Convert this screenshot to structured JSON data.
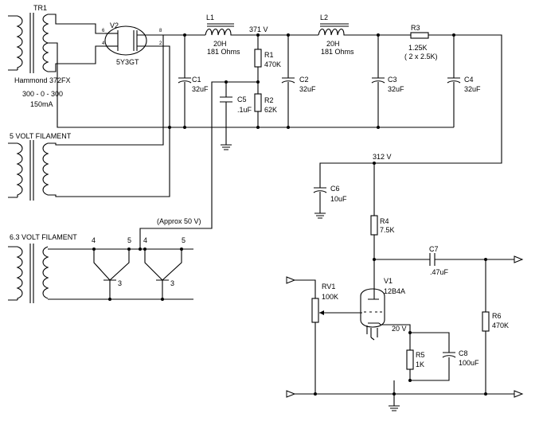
{
  "transformer": {
    "ref": "TR1",
    "model": "Hammond 372FX",
    "voltage": "300 - 0 - 300",
    "current": "150mA"
  },
  "rectifier": {
    "ref": "V2",
    "type": "5Y3GT",
    "pins": {
      "p6": "6",
      "p8": "8",
      "p4": "4",
      "p2": "2"
    }
  },
  "choke1": {
    "ref": "L1",
    "value": "20H",
    "resistance": "181 Ohms"
  },
  "choke2": {
    "ref": "L2",
    "value": "20H",
    "resistance": "181 Ohms"
  },
  "voltages": {
    "b_plus": "371 V",
    "stage": "312 V",
    "cathode": "20 V",
    "heater_bias": "(Approx 50 V)"
  },
  "caps": {
    "c1": {
      "ref": "C1",
      "value": "32uF"
    },
    "c2": {
      "ref": "C2",
      "value": "32uF"
    },
    "c3": {
      "ref": "C3",
      "value": "32uF"
    },
    "c4": {
      "ref": "C4",
      "value": "32uF"
    },
    "c5": {
      "ref": "C5",
      "value": ".1uF"
    },
    "c6": {
      "ref": "C6",
      "value": "10uF"
    },
    "c7": {
      "ref": "C7",
      "value": ".47uF"
    },
    "c8": {
      "ref": "C8",
      "value": "100uF"
    }
  },
  "resistors": {
    "r1": {
      "ref": "R1",
      "value": "470K"
    },
    "r2": {
      "ref": "R2",
      "value": "62K"
    },
    "r3": {
      "ref": "R3",
      "value": "1.25K",
      "note": "( 2 x 2.5K)"
    },
    "r4": {
      "ref": "R4",
      "value": "7.5K"
    },
    "r5": {
      "ref": "R5",
      "value": "1K"
    },
    "r6": {
      "ref": "R6",
      "value": "470K"
    }
  },
  "pot": {
    "ref": "RV1",
    "value": "100K"
  },
  "tube": {
    "ref": "V1",
    "type": "12B4A"
  },
  "filaments": {
    "five_volt": "5 VOLT FILAMENT",
    "six_three_volt": "6.3 VOLT FILAMENT"
  },
  "heater_pins": {
    "a4": "4",
    "a5": "5",
    "b4": "4",
    "b5": "5",
    "a3": "3",
    "b3": "3"
  }
}
